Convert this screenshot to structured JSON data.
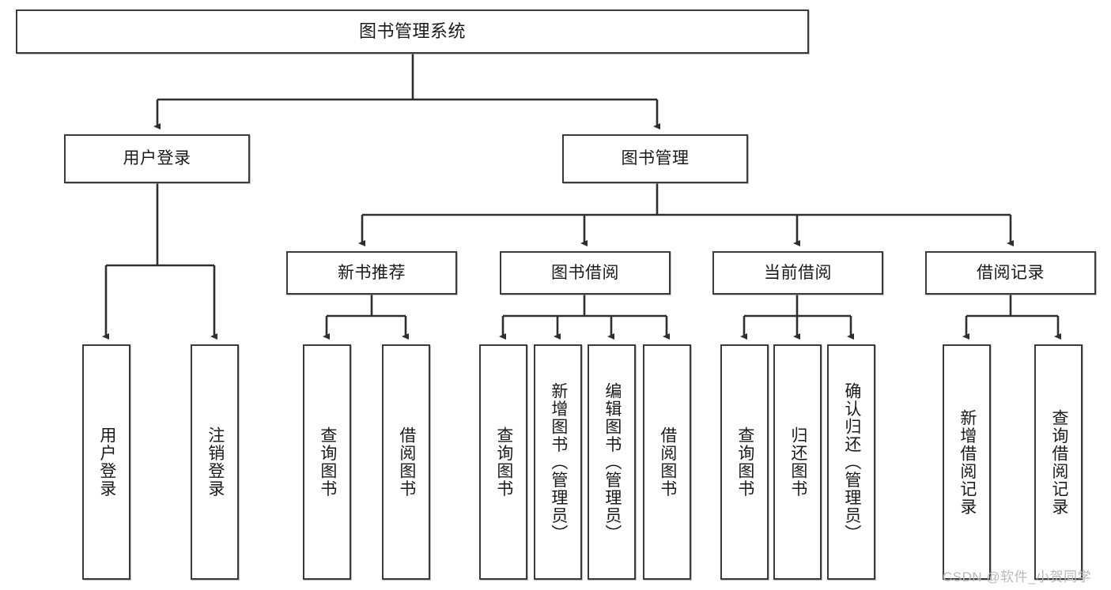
{
  "diagram": {
    "title": "图书管理系统",
    "type": "tree-hierarchy-diagram",
    "watermark": "CSDN @软件_小贺同学",
    "colors": {
      "stroke": "#3b3b3b",
      "fill": "#ffffff",
      "text": "#1a1a1a",
      "watermark": "#b9b9b9"
    },
    "nodes": {
      "root": {
        "label": "图书管理系统"
      },
      "level2": [
        {
          "label": "用户登录"
        },
        {
          "label": "图书管理"
        }
      ],
      "level3": [
        {
          "label": "新书推荐"
        },
        {
          "label": "图书借阅"
        },
        {
          "label": "当前借阅"
        },
        {
          "label": "借阅记录"
        }
      ],
      "leaves": {
        "user_login": [
          {
            "label": "用户登录"
          },
          {
            "label": "注销登录"
          }
        ],
        "new_book": [
          {
            "label": "查询图书"
          },
          {
            "label": "借阅图书"
          }
        ],
        "book_borrow": [
          {
            "label": "查询图书"
          },
          {
            "label": "新增图书（管理员）"
          },
          {
            "label": "编辑图书（管理员）"
          },
          {
            "label": "借阅图书"
          }
        ],
        "current_borrow": [
          {
            "label": "查询图书"
          },
          {
            "label": "归还图书"
          },
          {
            "label": "确认归还（管理员）"
          }
        ],
        "borrow_record": [
          {
            "label": "新增借阅记录"
          },
          {
            "label": "查询借阅记录"
          }
        ]
      }
    }
  }
}
